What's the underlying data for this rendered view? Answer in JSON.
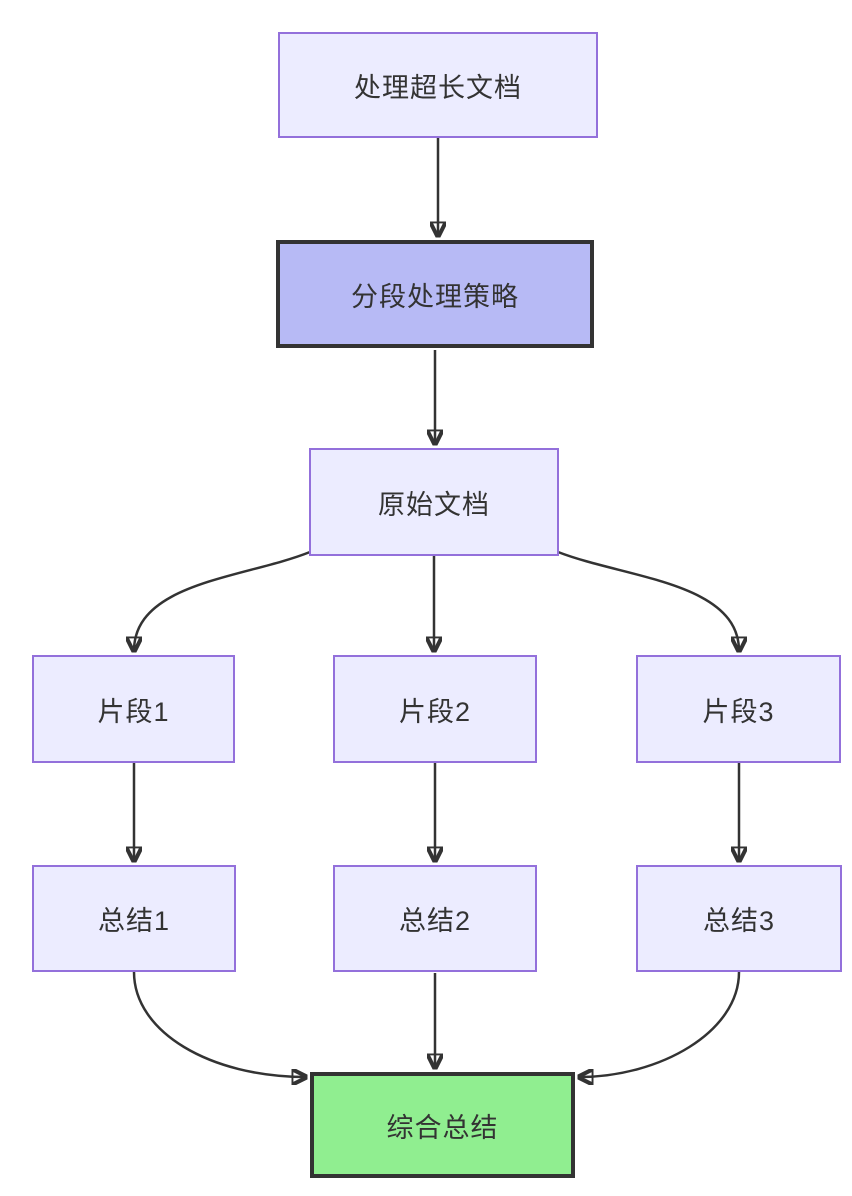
{
  "diagram": {
    "type": "flowchart",
    "direction": "top-down",
    "nodes": {
      "process_long_document": {
        "label": "处理超长文档",
        "style": "default"
      },
      "segmented_processing_strategy": {
        "label": "分段处理策略",
        "style": "highlight"
      },
      "original_document": {
        "label": "原始文档",
        "style": "default"
      },
      "fragment_1": {
        "label": "片段1",
        "style": "default"
      },
      "fragment_2": {
        "label": "片段2",
        "style": "default"
      },
      "fragment_3": {
        "label": "片段3",
        "style": "default"
      },
      "summary_1": {
        "label": "总结1",
        "style": "default"
      },
      "summary_2": {
        "label": "总结2",
        "style": "default"
      },
      "summary_3": {
        "label": "总结3",
        "style": "default"
      },
      "final_summary": {
        "label": "综合总结",
        "style": "final"
      }
    },
    "edges": [
      {
        "from": "处理超长文档",
        "to": "分段处理策略"
      },
      {
        "from": "分段处理策略",
        "to": "原始文档"
      },
      {
        "from": "原始文档",
        "to": "片段1"
      },
      {
        "from": "原始文档",
        "to": "片段2"
      },
      {
        "from": "原始文档",
        "to": "片段3"
      },
      {
        "from": "片段1",
        "to": "总结1"
      },
      {
        "from": "片段2",
        "to": "总结2"
      },
      {
        "from": "片段3",
        "to": "总结3"
      },
      {
        "from": "总结1",
        "to": "综合总结"
      },
      {
        "from": "总结2",
        "to": "综合总结"
      },
      {
        "from": "总结3",
        "to": "综合总结"
      }
    ],
    "colors": {
      "background": "#ffffff",
      "node_fill": "#ECECFF",
      "node_border": "#9370DB",
      "highlight_fill": "#b7baf5",
      "highlight_border": "#333333",
      "final_fill": "#90EE90",
      "final_border": "#333333",
      "edge": "#333333",
      "text": "#333333"
    }
  }
}
